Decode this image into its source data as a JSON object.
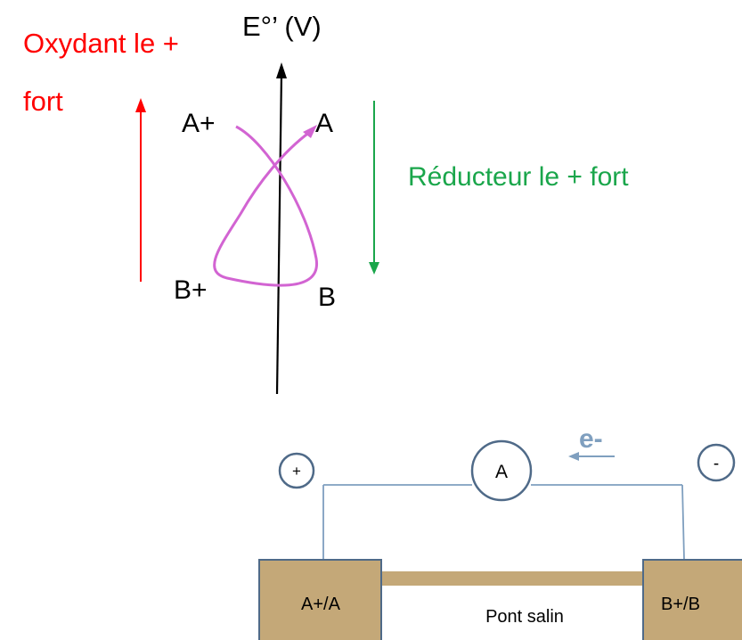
{
  "diagram": {
    "axis_label": "E°’ (V)",
    "oxidant_label_line1": "Oxydant le +",
    "oxidant_label_line2": "fort",
    "reducer_label": "Réducteur le + fort",
    "couple_a_ox": "A+",
    "couple_a_red": "A",
    "couple_b_ox": "B+",
    "couple_b_red": "B"
  },
  "circuit": {
    "electron_label": "e-",
    "positive_terminal": "+",
    "negative_terminal": "-",
    "ammeter": "A",
    "left_cell": "A+/A",
    "right_cell": "B+/B",
    "salt_bridge": "Pont salin"
  },
  "colors": {
    "oxidant": "#ff0000",
    "reducer": "#1aa64b",
    "reaction_curve": "#d264d2",
    "wire": "#7f9fbf",
    "cell_fill": "#c4a878",
    "cell_border": "#4f6a88",
    "electron": "#7f9fbf"
  }
}
